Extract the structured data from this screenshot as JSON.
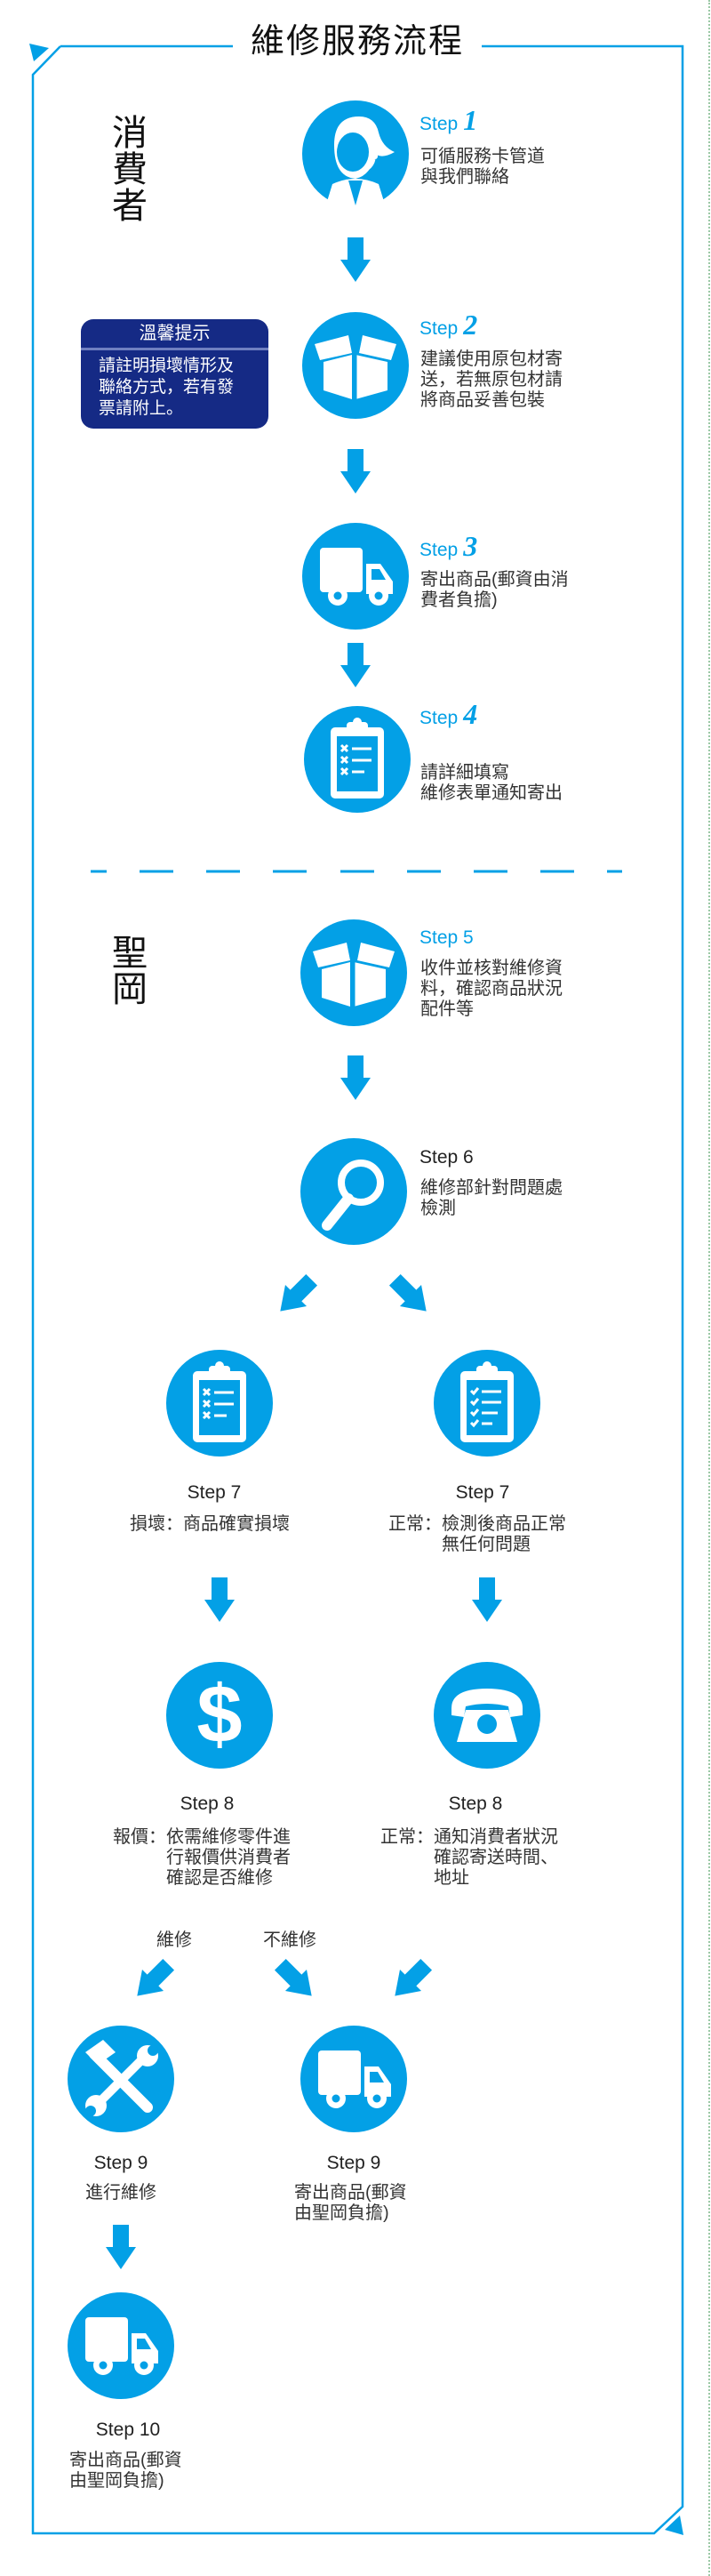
{
  "title": "維修服務流程",
  "colors": {
    "accent": "#03a0e6",
    "tip_bg": "#152a85",
    "text": "#333333"
  },
  "sections": {
    "consumer": "消費者",
    "company": "聖岡"
  },
  "tip": {
    "heading": "溫馨提示",
    "lines": [
      "請註明損壞情形及",
      "聯絡方式，若有發",
      "票請附上。"
    ]
  },
  "steps": {
    "s1": {
      "label": "Step",
      "num": "1",
      "icon": "headset-person-icon",
      "lines": [
        "可循服務卡管道",
        "與我們聯絡"
      ]
    },
    "s2": {
      "label": "Step",
      "num": "2",
      "icon": "open-box-icon",
      "lines": [
        "建議使用原包材寄",
        "送，若無原包材請",
        "將商品妥善包裝"
      ]
    },
    "s3": {
      "label": "Step",
      "num": "3",
      "icon": "truck-icon",
      "lines": [
        "寄出商品(郵資由消",
        "費者負擔)"
      ]
    },
    "s4": {
      "label": "Step",
      "num": "4",
      "icon": "clipboard-icon",
      "lines": [
        "請詳細填寫",
        "維修表單通知寄出"
      ]
    },
    "s5": {
      "label": "Step 5",
      "icon": "open-box-icon",
      "lines": [
        "收件並核對維修資",
        "料，確認商品狀況",
        "配件等"
      ]
    },
    "s6": {
      "label": "Step 6",
      "icon": "magnifier-icon",
      "lines": [
        "維修部針對問題處",
        "檢測"
      ]
    },
    "s7a": {
      "label": "Step 7",
      "icon": "clipboard-x-icon",
      "prefix": "損壞：",
      "lines": [
        "商品確實損壞"
      ]
    },
    "s7b": {
      "label": "Step 7",
      "icon": "clipboard-check-icon",
      "prefix": "正常：",
      "lines": [
        "檢測後商品正常",
        "無任何問題"
      ]
    },
    "s8a": {
      "label": "Step 8",
      "icon": "dollar-icon",
      "prefix": "報價：",
      "lines": [
        "依需維修零件進",
        "行報價供消費者",
        "確認是否維修"
      ]
    },
    "s8b": {
      "label": "Step 8",
      "icon": "telephone-icon",
      "prefix": "正常：",
      "lines": [
        "通知消費者狀況",
        "確認寄送時間、",
        "地址"
      ]
    },
    "s9a": {
      "label": "Step 9",
      "icon": "tools-icon",
      "lines": [
        "進行維修"
      ]
    },
    "s9b": {
      "label": "Step 9",
      "icon": "truck-icon",
      "lines": [
        "寄出商品(郵資",
        "由聖岡負擔)"
      ]
    },
    "s10": {
      "label": "Step 10",
      "icon": "truck-icon",
      "lines": [
        "寄出商品(郵資",
        "由聖岡負擔)"
      ]
    }
  },
  "branches": {
    "repair": "維修",
    "no_repair": "不維修"
  }
}
